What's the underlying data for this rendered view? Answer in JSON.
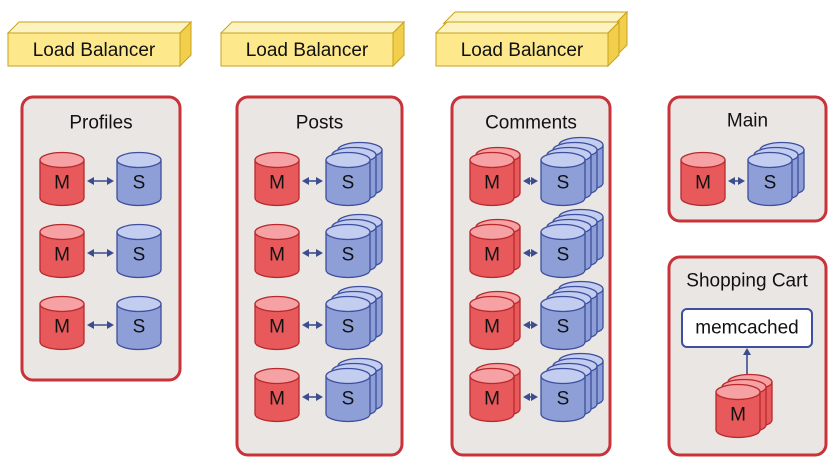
{
  "colors": {
    "master_fill": "#e7595b",
    "master_light": "#f6a1a3",
    "master_stroke": "#b8292c",
    "slave_fill": "#8e9fd8",
    "slave_light": "#c3cdf0",
    "slave_stroke": "#3d4f9e",
    "panel_fill": "#e9e6e4",
    "panel_stroke": "#c83239",
    "lb_front": "#fde98b",
    "lb_top": "#fdf3c0",
    "lb_side": "#f1cf4c",
    "lb_stroke": "#c9a21b",
    "arrow": "#3c4d8f",
    "memcached_stroke": "#3d4f9e"
  },
  "load_balancers": [
    {
      "label": "Load Balancer"
    },
    {
      "label": "Load Balancer"
    },
    {
      "label": "Load Balancer"
    }
  ],
  "clusters": [
    {
      "id": "profiles",
      "title": "Profiles",
      "master_label": "M",
      "slave_label": "S",
      "pairs": 3,
      "slave_stack": 1,
      "master_stack": 1
    },
    {
      "id": "posts",
      "title": "Posts",
      "master_label": "M",
      "slave_label": "S",
      "pairs": 4,
      "slave_stack": 3,
      "master_stack": 1
    },
    {
      "id": "comments",
      "title": "Comments",
      "master_label": "M",
      "slave_label": "S",
      "pairs": 4,
      "slave_stack": 4,
      "master_stack": 2
    },
    {
      "id": "main",
      "title": "Main",
      "master_label": "M",
      "slave_label": "S",
      "pairs": 1,
      "slave_stack": 3,
      "master_stack": 1
    }
  ],
  "shopping_cart": {
    "title": "Shopping Cart",
    "cache_label": "memcached",
    "db_label": "M",
    "db_stack": 3
  }
}
